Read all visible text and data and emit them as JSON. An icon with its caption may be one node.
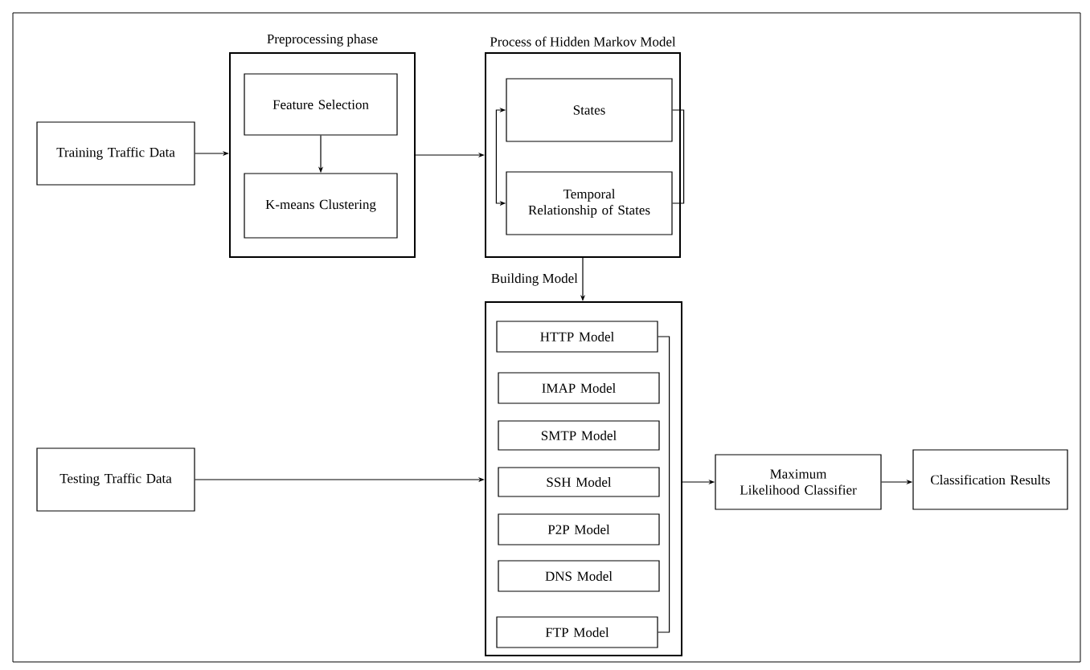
{
  "diagram": {
    "nodes": [
      {
        "text": [
          "Training Traffic Data"
        ]
      },
      {
        "text": [
          "Preprocessing phase"
        ]
      },
      {
        "text": [
          "Feature Selection"
        ],
        "in": 1
      },
      {
        "text": [
          "K-means Clustering"
        ],
        "in": 1
      },
      {
        "text": [
          "Process of Hidden Markov Model"
        ]
      },
      {
        "text": [
          "States"
        ],
        "in": 4
      },
      {
        "text": [
          "Temporal Relationship of States"
        ],
        "in": 4
      },
      {
        "text": [],
        "shape": "box"
      },
      {
        "text": [
          "HTTP Model"
        ],
        "in": 7
      },
      {
        "text": [
          "IMAP Model"
        ],
        "in": 7
      },
      {
        "text": [
          "SMTP Model"
        ],
        "in": 7
      },
      {
        "text": [
          "SSH Model"
        ],
        "in": 7
      },
      {
        "text": [
          "P2P Model"
        ],
        "in": 7
      },
      {
        "text": [
          "DNS Model"
        ],
        "in": 7
      },
      {
        "text": [
          "FTP Model"
        ],
        "in": 7
      },
      {
        "text": [
          "Testing Traffic Data"
        ]
      },
      {
        "text": [
          "Maximum Likelihood Classifier"
        ]
      },
      {
        "text": [
          "Classification Results"
        ]
      }
    ],
    "edges": [
      {
        "from": 0,
        "to": 1,
        "arrow": "to"
      },
      {
        "from": 2,
        "to": 3,
        "arrow": "to"
      },
      {
        "from": 1,
        "to": 4,
        "arrow": "to"
      },
      {
        "from": 5,
        "to": 6,
        "arrow": "none"
      },
      {
        "from": 6,
        "to": 5,
        "arrow": "both"
      },
      {
        "from": 4,
        "to": 7,
        "arrow": "to",
        "label": "Building Model"
      },
      {
        "from": 8,
        "to": 14,
        "arrow": "none"
      },
      {
        "from": 15,
        "to": 7,
        "arrow": "to"
      },
      {
        "from": 7,
        "to": 16,
        "arrow": "to"
      },
      {
        "from": 16,
        "to": 17,
        "arrow": "to"
      }
    ]
  }
}
